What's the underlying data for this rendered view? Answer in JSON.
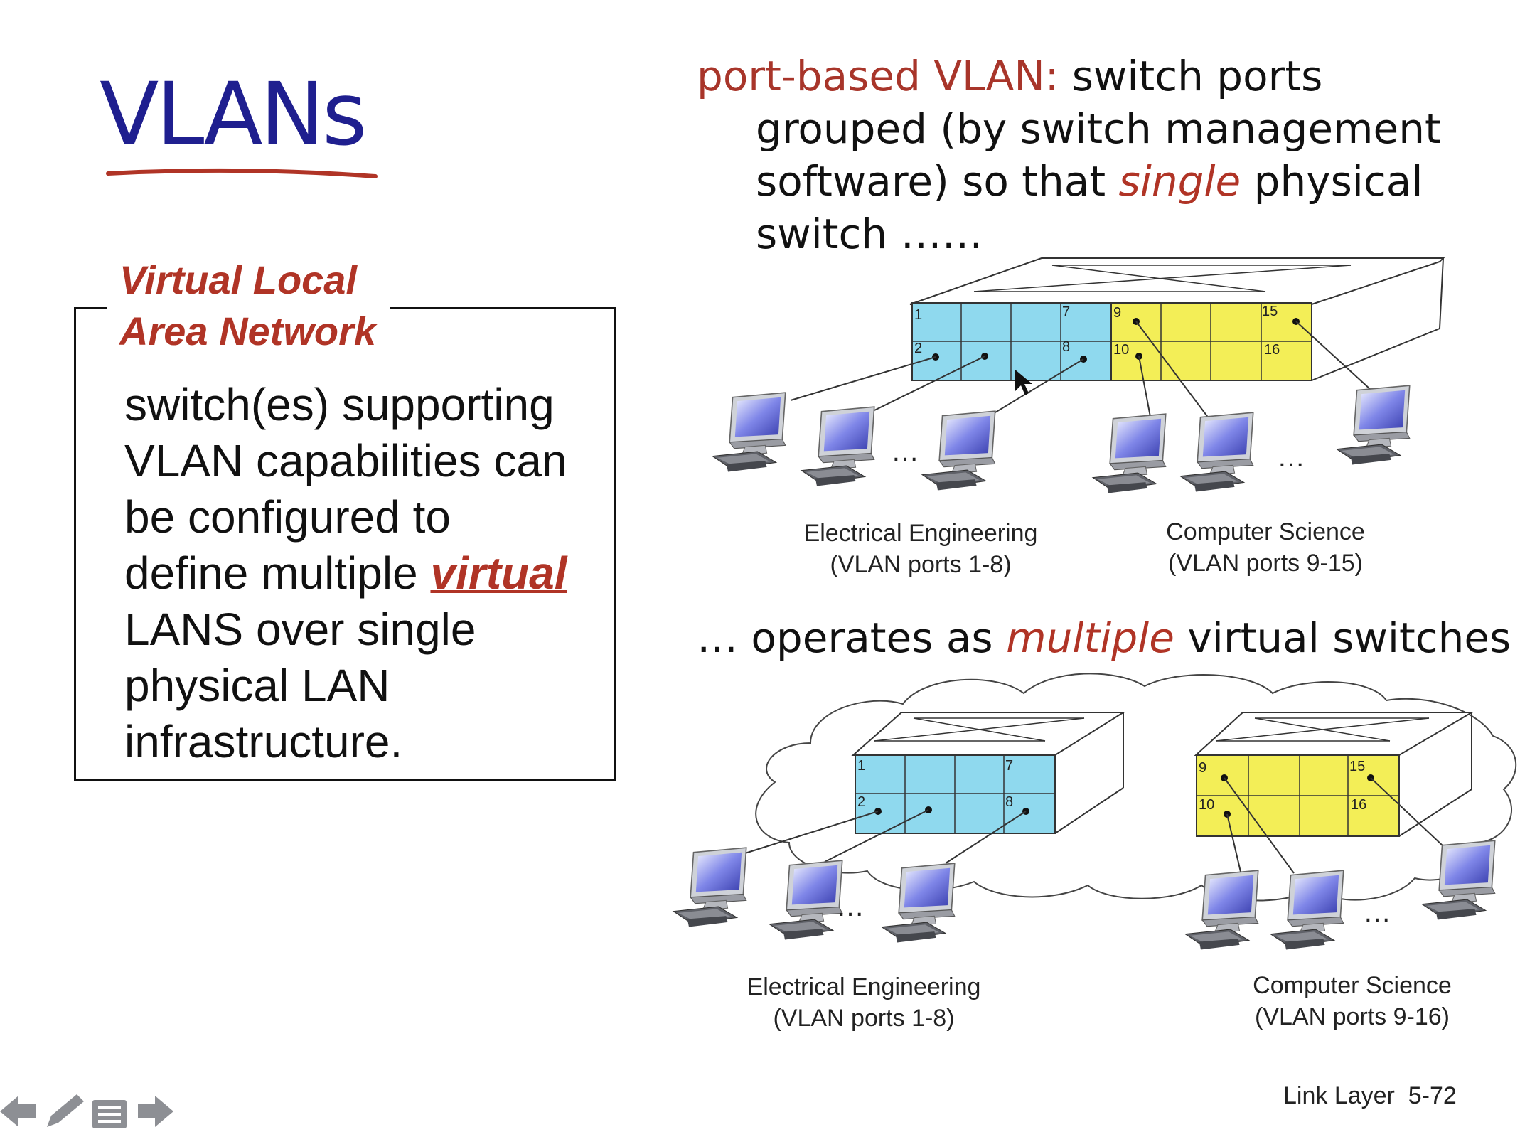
{
  "slide": {
    "title": "VLANs",
    "definition": {
      "heading_line1": "Virtual Local",
      "heading_line2": "Area Network",
      "body_lines": [
        "switch(es) supporting",
        "VLAN capabilities can",
        "be configured to",
        "define multiple "
      ],
      "body_emphasis": "virtual",
      "body_lines_after": [
        "LANS over single",
        "physical LAN",
        "infrastructure."
      ]
    },
    "port_based": {
      "lead": "port-based VLAN:",
      "line1_rest": " switch ports",
      "line2": "grouped (by switch management",
      "line3_pre": "software) so that ",
      "line3_em": "single",
      "line3_post": " physical",
      "line4": "switch ……"
    },
    "operates": {
      "pre": "… operates as ",
      "em": "multiple",
      "post": " virtual switches"
    },
    "top_diagram": {
      "ee_caption_line1": "Electrical Engineering",
      "ee_caption_line2": "(VLAN ports 1-8)",
      "cs_caption_line1": "Computer Science",
      "cs_caption_line2": "(VLAN ports 9-15)",
      "port_labels": [
        "1",
        "2",
        "7",
        "8",
        "9",
        "10",
        "15",
        "16"
      ],
      "ellipsis": "…"
    },
    "bottom_diagram": {
      "ee_caption_line1": "Electrical Engineering",
      "ee_caption_line2": "(VLAN ports 1-8)",
      "cs_caption_line1": "Computer Science",
      "cs_caption_line2": "(VLAN ports 9-16)",
      "ee_port_labels": [
        "1",
        "2",
        "7",
        "8"
      ],
      "cs_port_labels": [
        "9",
        "10",
        "15",
        "16"
      ],
      "ellipsis": "…"
    },
    "footer": "Link Layer  5-72"
  },
  "nav": {
    "icons": [
      "arrow-left-icon",
      "pencil-icon",
      "menu-icon",
      "arrow-right-icon"
    ]
  },
  "colors": {
    "title": "#1f1f8f",
    "accent": "#b03426",
    "vlan_ee": "#8fd9ee",
    "vlan_cs": "#f3ee57"
  }
}
